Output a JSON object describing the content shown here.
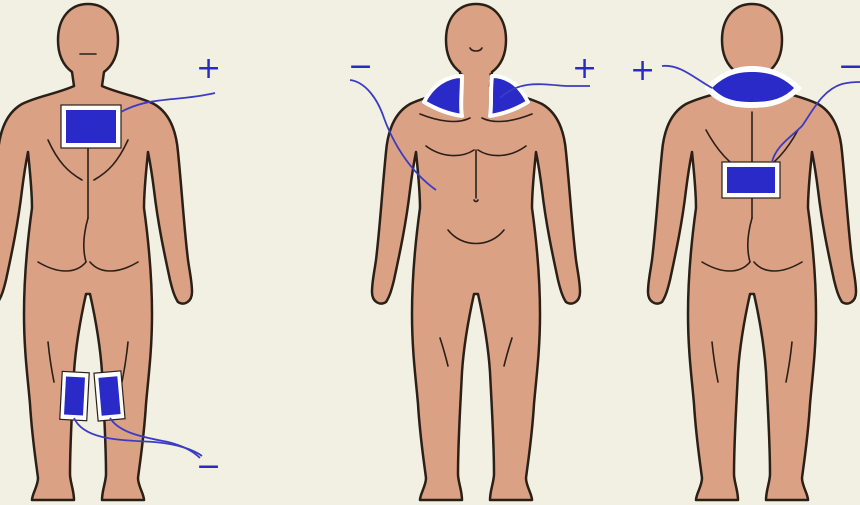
{
  "colors": {
    "background": "#f1f0e2",
    "skin": "#dba184",
    "outline": "#2a2018",
    "electrode": "#2a2ac8",
    "wire": "#3c3cc2"
  },
  "figures": [
    {
      "view": "back",
      "electrodes": [
        {
          "label": "+"
        },
        {
          "label": "−"
        }
      ]
    },
    {
      "view": "front",
      "electrodes": [
        {
          "label": "−"
        },
        {
          "label": "+"
        }
      ]
    },
    {
      "view": "back",
      "electrodes": [
        {
          "label": "+"
        },
        {
          "label": "−"
        }
      ]
    }
  ]
}
